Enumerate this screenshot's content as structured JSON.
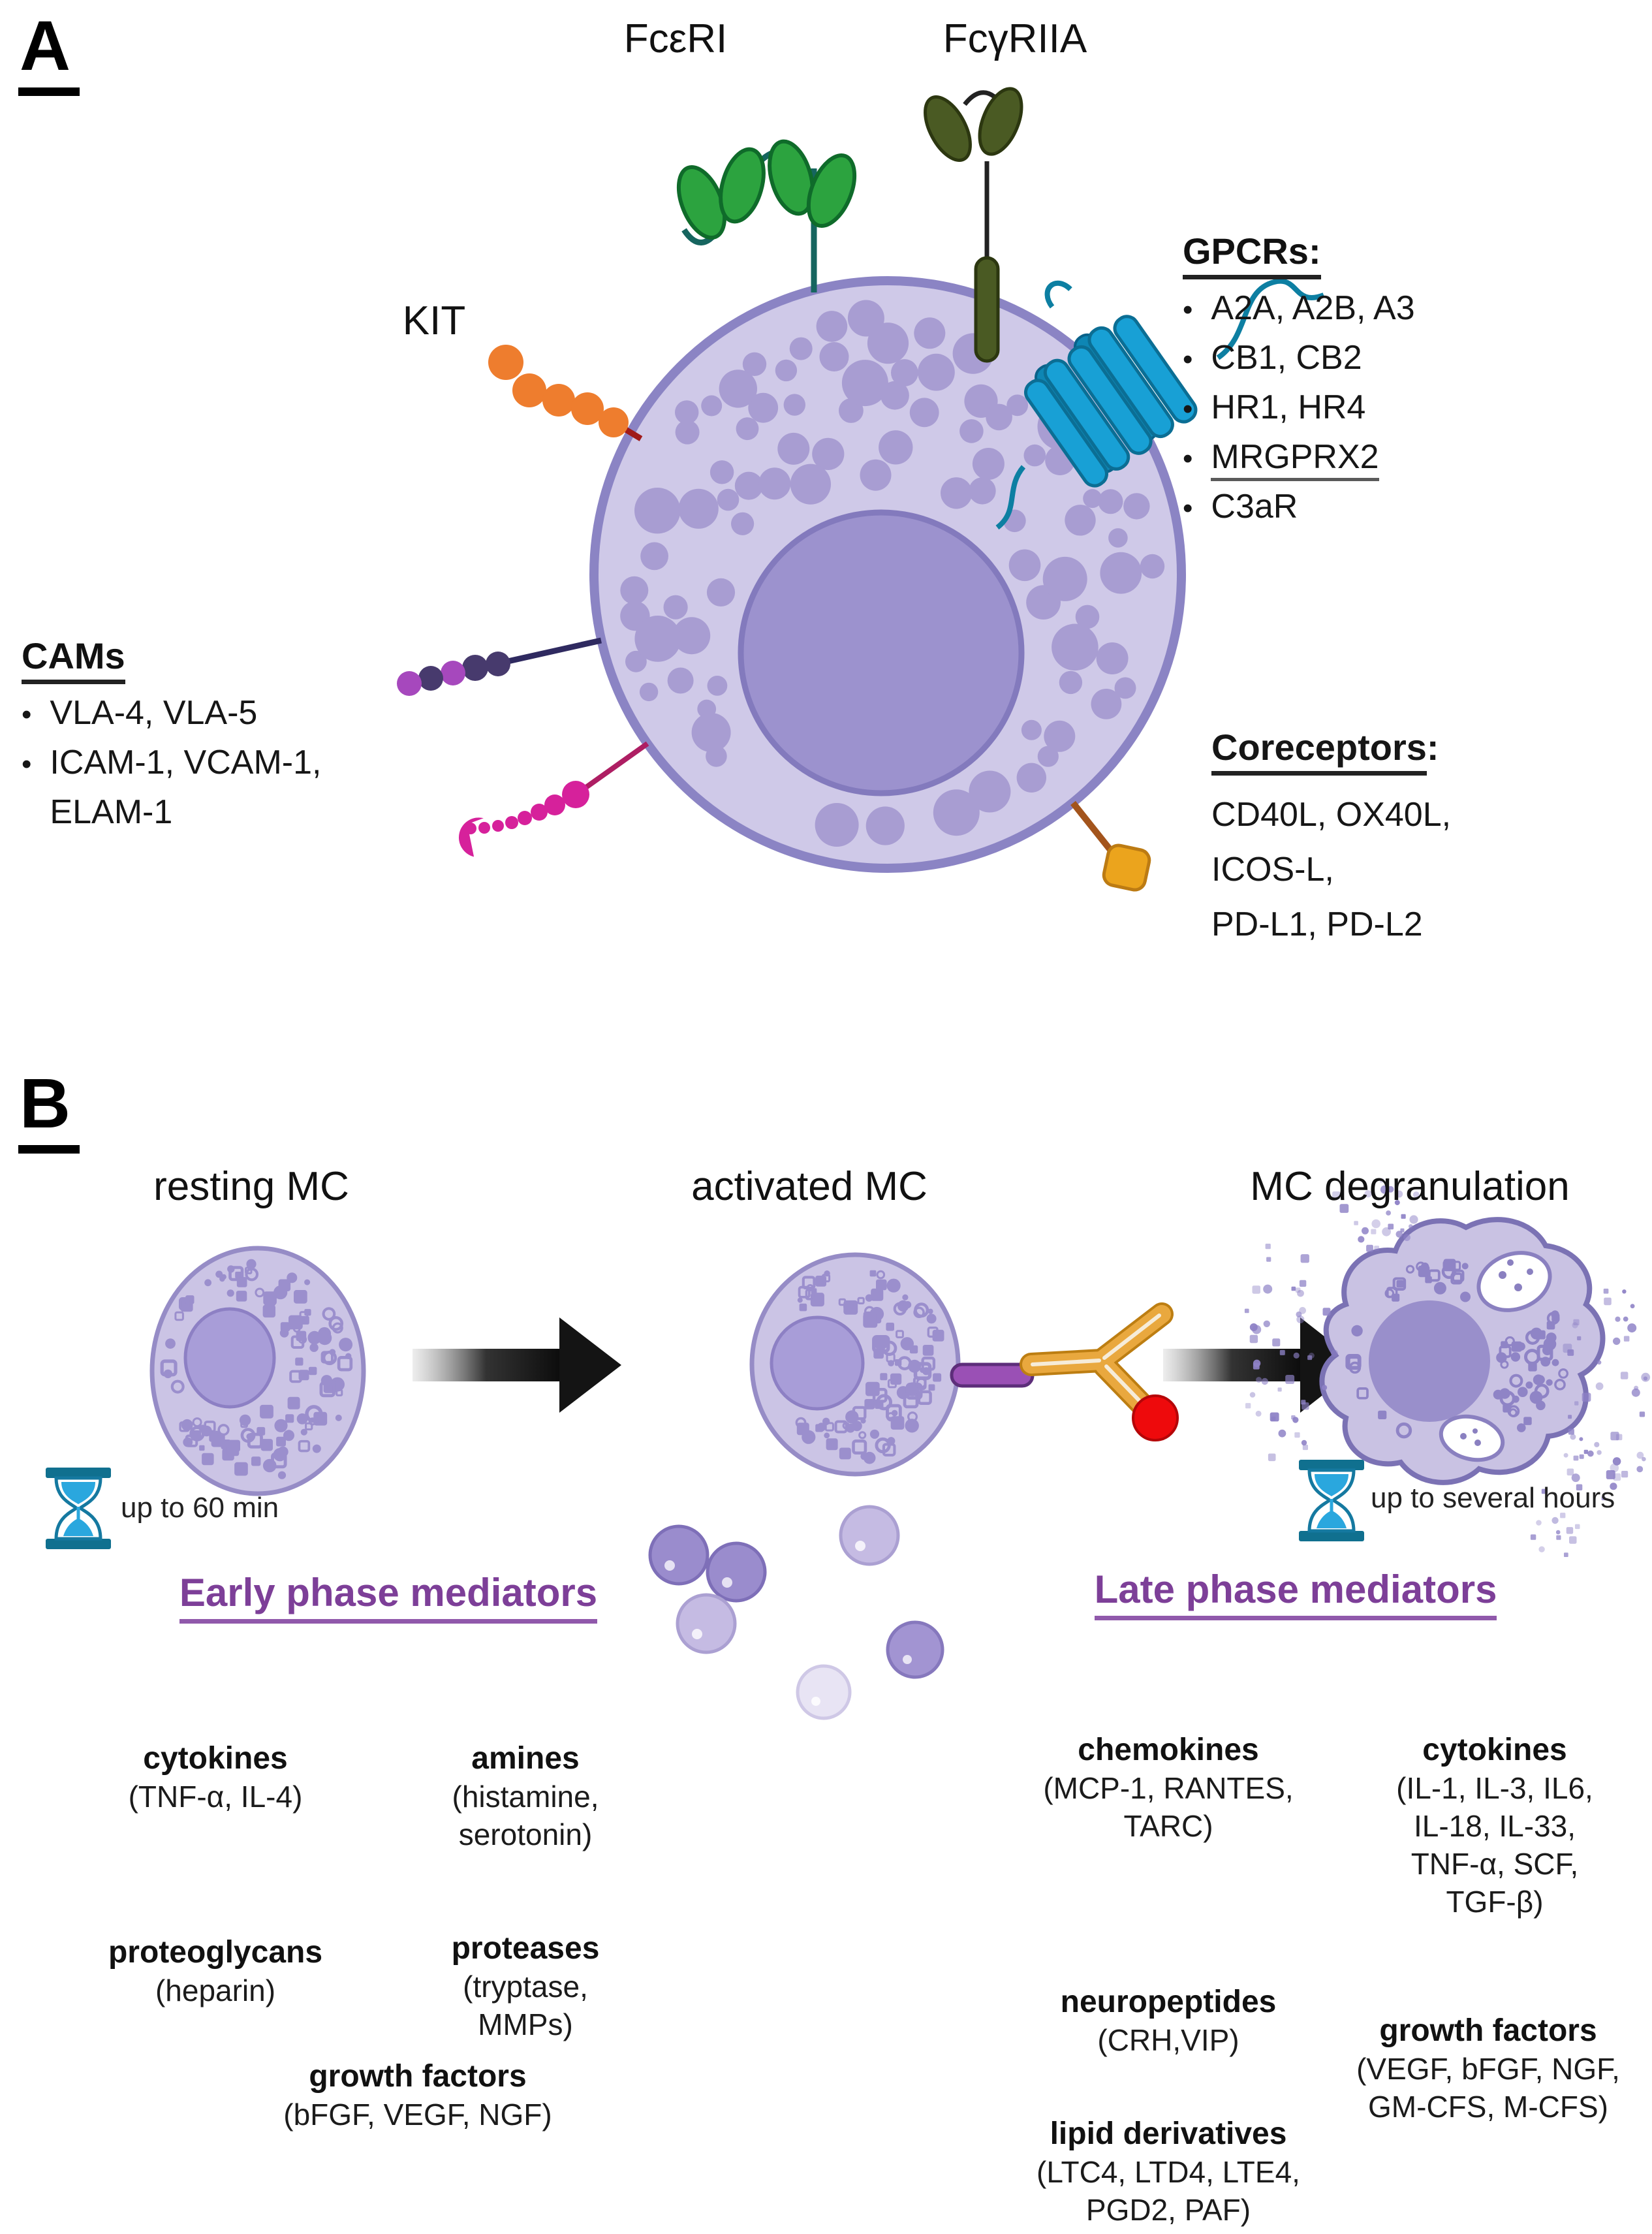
{
  "bullet": "•",
  "panel_a": {
    "label": "A",
    "receptor_labels": {
      "fceri": "FcεRI",
      "fcgriia": "FcγRIIA",
      "kit": "KIT"
    },
    "gpcrs": {
      "title": "GPCRs:",
      "items": [
        "A2A, A2B, A3",
        "CB1, CB2",
        "HR1, HR4",
        "MRGPRX2",
        "C3aR"
      ]
    },
    "cams": {
      "title": "CAMs",
      "items": [
        "VLA-4, VLA-5",
        "ICAM-1, VCAM-1,",
        "ELAM-1"
      ]
    },
    "coreceptors": {
      "title": "Coreceptors",
      "colon": ":",
      "lines": [
        "CD40L, OX40L,",
        "ICOS-L,",
        "PD-L1, PD-L2"
      ]
    }
  },
  "panel_b": {
    "label": "B",
    "stages": {
      "resting": "resting MC",
      "activated": "activated MC",
      "degranulation": "MC degranulation"
    },
    "timers": {
      "early": "up to 60 min",
      "late": "up to several hours"
    },
    "icons": {
      "early_timer": "hourglass",
      "late_timer": "hourglass"
    },
    "early_phase": {
      "title": "Early phase mediators",
      "groups": {
        "cytokines": {
          "name": "cytokines",
          "lines": [
            "(TNF-α, IL-4)"
          ]
        },
        "amines": {
          "name": "amines",
          "lines": [
            "(histamine,",
            "serotonin)"
          ]
        },
        "proteoglycans": {
          "name": "proteoglycans",
          "lines": [
            "(heparin)"
          ]
        },
        "proteases": {
          "name": "proteases",
          "lines": [
            "(tryptase,",
            "MMPs)"
          ]
        },
        "growth_factors": {
          "name": "growth factors",
          "lines": [
            "(bFGF, VEGF, NGF)"
          ]
        }
      }
    },
    "late_phase": {
      "title": "Late phase mediators",
      "groups": {
        "chemokines": {
          "name": "chemokines",
          "lines": [
            "(MCP-1, RANTES,",
            "TARC)"
          ]
        },
        "cytokines": {
          "name": "cytokines",
          "lines": [
            "(IL-1, IL-3, IL6,",
            "IL-18, IL-33,",
            "TNF-α, SCF,",
            "TGF-β)"
          ]
        },
        "neuropeptides": {
          "name": "neuropeptides",
          "lines": [
            "(CRH,VIP)"
          ]
        },
        "growth_factors": {
          "name": "growth factors",
          "lines": [
            "(VEGF, bFGF, NGF,",
            "GM-CFS, M-CFS)"
          ]
        },
        "lipid_derivatives": {
          "name": "lipid derivatives",
          "lines": [
            "(LTC4, LTD4, LTE4,",
            "PGD2, PAF)"
          ]
        }
      }
    }
  },
  "colors": {
    "accent_purple": "#7d3f98",
    "cell_fill": "#cfc9e8",
    "cell_border": "#8b84c4",
    "nucleus": "#9c92ce",
    "granule": "#a89dd2",
    "fceri_green": "#2ca33f",
    "fceri_stem_teal": "#16655f",
    "fcgriia_olive": "#4a5a23",
    "kit_orange": "#ee7d2e",
    "gpcr_blue": "#18a0d5",
    "cam_orchid": "#a648bd",
    "cam_dark_purple": "#473a6d",
    "cam_pink": "#d6219b",
    "coreceptor_gold": "#eba41d",
    "antibody_orange": "#e9a83e",
    "antigen_red": "#ee0a0c",
    "receptor_bar_purple": "#9a50b5",
    "hourglass_teal": "#10708f",
    "hourglass_sand": "#2aa7de"
  }
}
